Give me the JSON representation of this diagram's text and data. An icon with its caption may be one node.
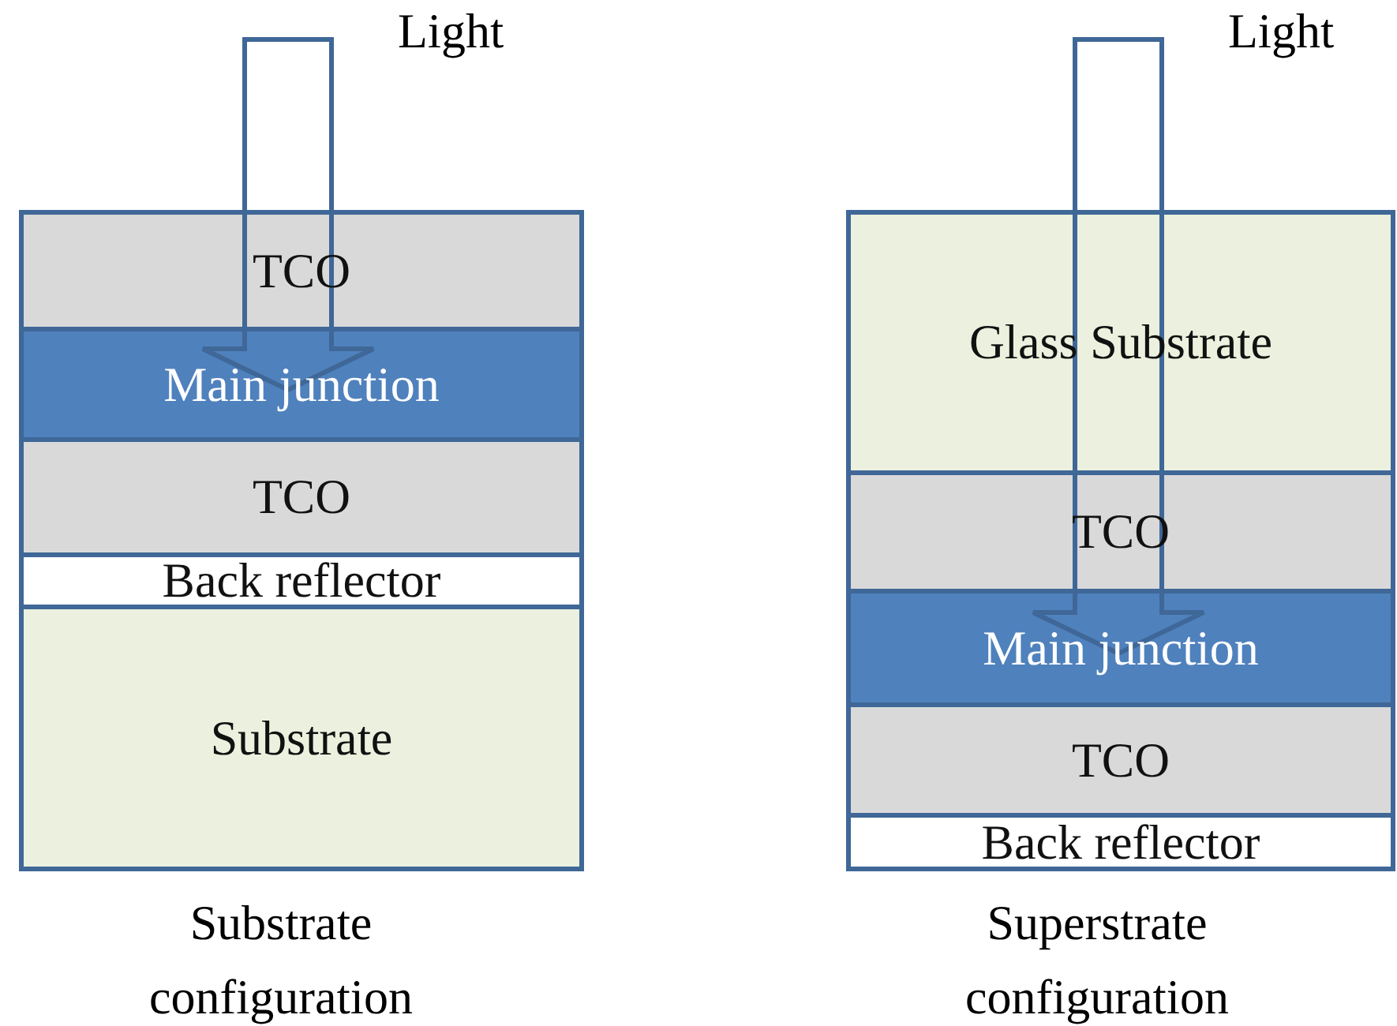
{
  "diagram": {
    "nodes": [
      {
        "text": [
          "Light"
        ]
      },
      {
        "text": [
          "TCO"
        ]
      },
      {
        "text": [
          "Main junction"
        ]
      },
      {
        "text": [
          "TCO"
        ]
      },
      {
        "text": [
          "Back reflector"
        ]
      },
      {
        "text": [
          "Substrate"
        ]
      },
      {
        "text": [
          "Light"
        ]
      },
      {
        "text": [
          "Glass Substrate"
        ]
      },
      {
        "text": [
          "TCO"
        ]
      },
      {
        "text": [
          "Main junction"
        ]
      },
      {
        "text": [
          "TCO"
        ]
      },
      {
        "text": [
          "Back reflector"
        ]
      }
    ],
    "edges": [
      {
        "from": 0,
        "to": 2,
        "arrow": "to"
      },
      {
        "from": 6,
        "to": 9,
        "arrow": "to"
      }
    ],
    "labels": [
      "Substrate configuration",
      "Superstrate configuration"
    ]
  }
}
